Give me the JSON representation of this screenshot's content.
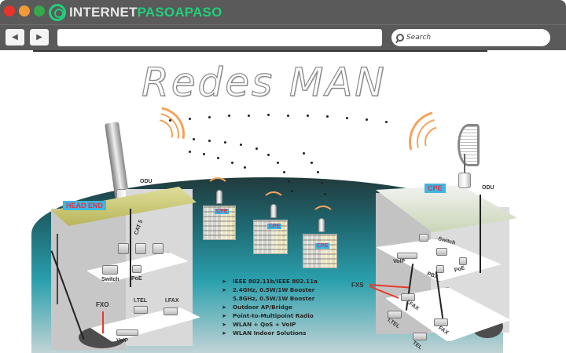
{
  "browser": {
    "window_controls": [
      "close",
      "minimize",
      "maximize"
    ],
    "logo": {
      "white_part": "INTERNET",
      "green_part": "PASOAPASO"
    },
    "back_label": "◀",
    "forward_label": "▶",
    "url_value": "",
    "search_placeholder": "Search"
  },
  "figure": {
    "title": "Redes MAN",
    "left_site": {
      "tag": "HEAD END",
      "odu_label": "ODU",
      "cable_label": "CAT 5",
      "switch_label": "Switch",
      "poe_label": "PoE",
      "fxo_label": "FXO",
      "itel_label": "I.TEL",
      "ifax_label": "I.FAX",
      "voip_label": "VoIP"
    },
    "buildings": [
      {
        "tag": "CPE"
      },
      {
        "tag": "CPE"
      },
      {
        "tag": "CPE"
      }
    ],
    "right_site": {
      "tag": "CPE",
      "odu_label": "ODU",
      "switch_label": "Switch",
      "voip_label": "VoIP",
      "pbx_label": "PBX",
      "poe_label": "PoE",
      "fxs_label": "FXS",
      "ifax_label": "I.FAX",
      "itel_label": "I.TEL",
      "fax_label": "FAX",
      "tel_label": "TEL"
    },
    "features": [
      "IEEE 802.11b/IEEE 802.11a",
      "2.4GHz, 0.5W/1W Booster",
      "5.8GHz, 0.5W/1W Booster",
      "Outdoor AP/Bridge",
      "Point-to-Multipoint Radio",
      "WLAN + QoS + VoIP",
      "WLAN Indoor Solutions"
    ],
    "feature_bullet": "➤",
    "colors": {
      "tag_bg": "#3fb6e0",
      "tag_text": "#e0314b",
      "wave": "#f3a35b",
      "ground_teal": "#2aa0ad",
      "fx_arrow": "#e53b2c",
      "logo_green": "#21d07a",
      "chrome": "#5a5a5a"
    }
  }
}
